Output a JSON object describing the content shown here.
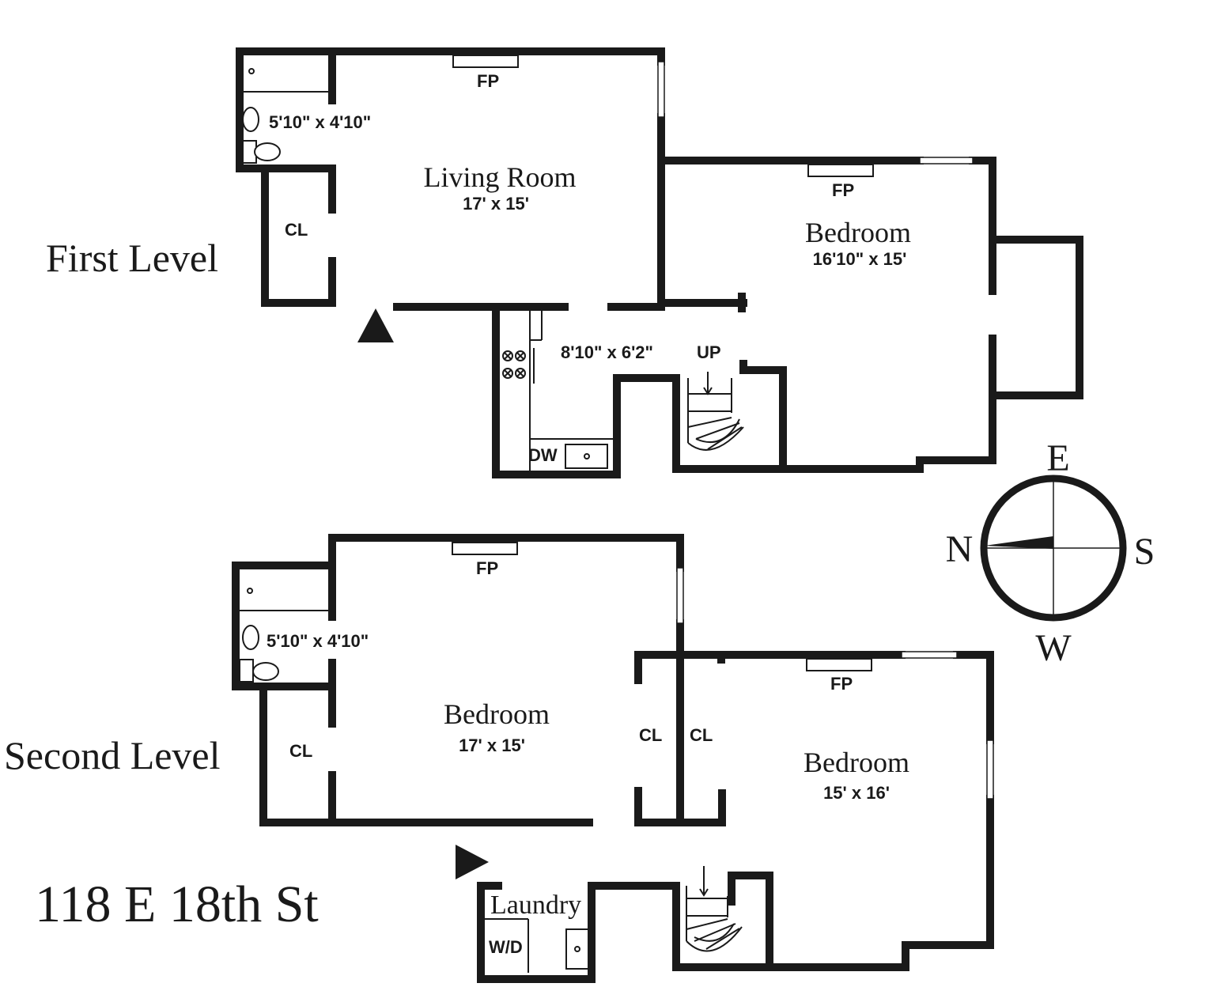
{
  "levels": {
    "first": "First Level",
    "second": "Second Level"
  },
  "address": "118 E 18th St",
  "first_level": {
    "bath_dim": "5'10\" x 4'10\"",
    "living_room": {
      "name": "Living Room",
      "dim": "17' x 15'"
    },
    "bedroom": {
      "name": "Bedroom",
      "dim": "16'10\" x 15'"
    },
    "kitchen_dim": "8'10\" x 6'2\"",
    "fp": "FP",
    "cl": "CL",
    "up": "UP",
    "dw": "DW"
  },
  "second_level": {
    "bath_dim": "5'10\" x 4'10\"",
    "bedroom_left": {
      "name": "Bedroom",
      "dim": "17' x 15'"
    },
    "bedroom_right": {
      "name": "Bedroom",
      "dim": "15' x 16'"
    },
    "laundry": "Laundry",
    "wd": "W/D",
    "fp": "FP",
    "cl": "CL"
  },
  "compass": {
    "e": "E",
    "s": "S",
    "w": "W",
    "n": "N"
  },
  "icons": [
    "entry-arrow-icon",
    "compass-icon",
    "stair-arrow-icon",
    "toilet-icon",
    "stove-burner-icon",
    "sink-icon"
  ]
}
